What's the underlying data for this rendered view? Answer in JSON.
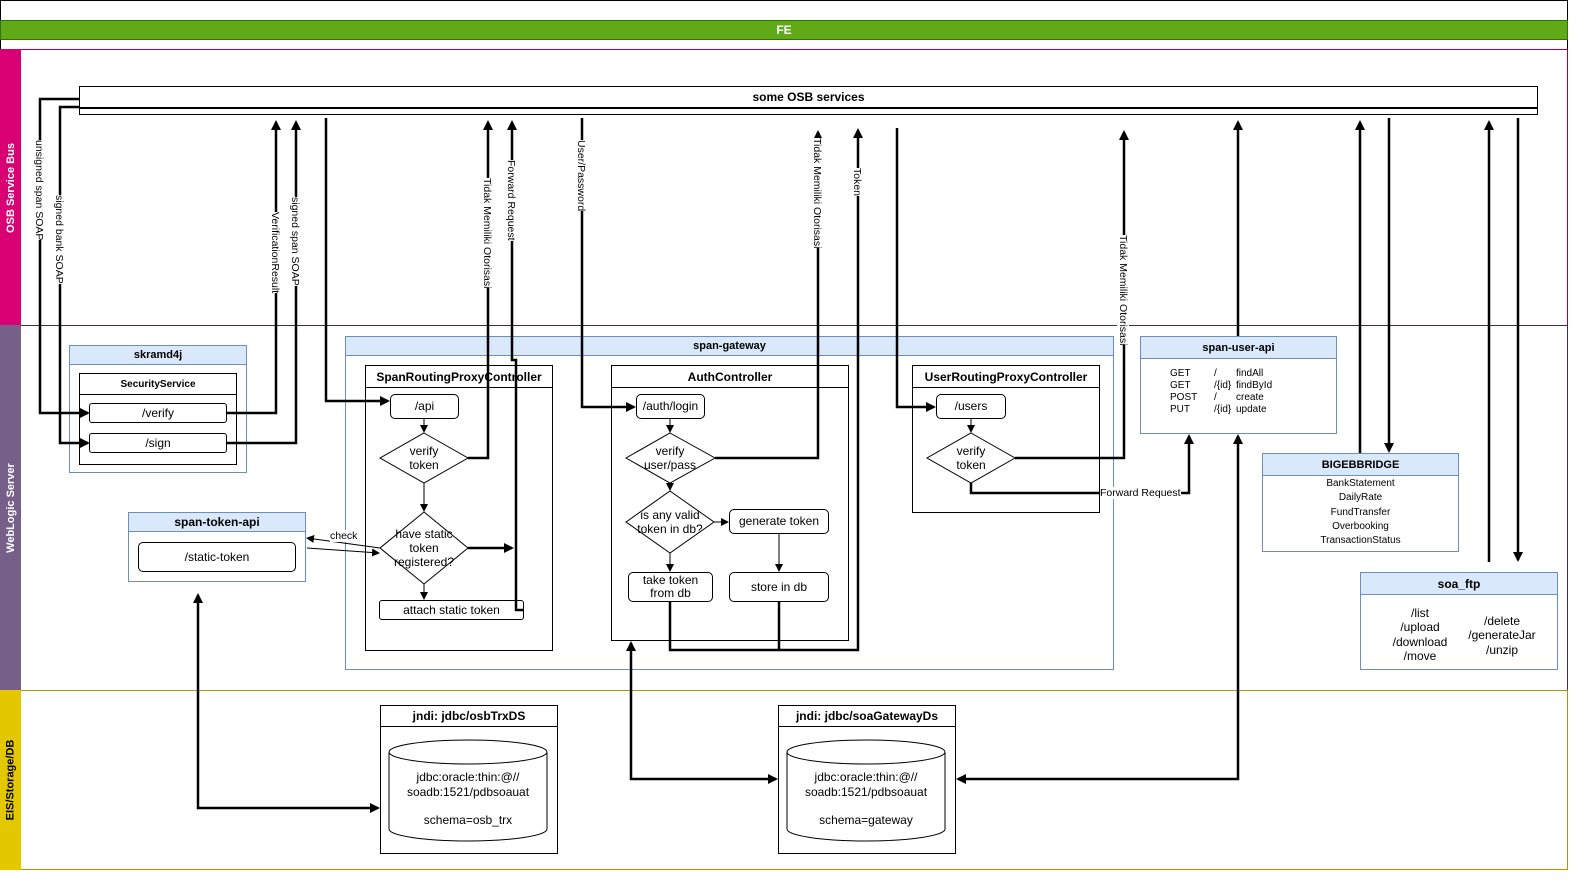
{
  "lanes": {
    "fe": "FE",
    "osb": "OSB Service Bus",
    "weblogic": "WebLogic Server",
    "eis": "EIS/Storage/DB"
  },
  "colors": {
    "fe_green": "#60a917",
    "osb_magenta": "#e6007e",
    "weblogic_purple": "#76608a",
    "eis_yellow": "#e3c800",
    "blue_fill": "#dae8fc",
    "blue_stroke": "#6c8ebf"
  },
  "osb_services": "some OSB services",
  "skramd4j": {
    "title": "skramd4j",
    "security_service": "SecurityService",
    "verify": "/verify",
    "sign": "/sign"
  },
  "span_token_api": {
    "title": "span-token-api",
    "static_token": "/static-token"
  },
  "span_gateway": {
    "title": "span-gateway",
    "span_routing": {
      "title": "SpanRoutingProxyController",
      "api": "/api",
      "verify_token": "verify token",
      "have_static": "have static token registered?",
      "attach_static": "attach static token"
    },
    "auth": {
      "title": "AuthController",
      "login": "/auth/login",
      "verify_userpass": "verify user/pass",
      "any_valid": "is any valid token in db?",
      "generate": "generate token",
      "take_token": "take token from db",
      "store": "store in db"
    },
    "user_routing": {
      "title": "UserRoutingProxyController",
      "users": "/users",
      "verify_token": "verify token"
    }
  },
  "span_user_api": {
    "title": "span-user-api",
    "rows": [
      {
        "method": "GET",
        "path": "/",
        "op": "findAll"
      },
      {
        "method": "GET",
        "path": "/{id}",
        "op": "findById"
      },
      {
        "method": "POST",
        "path": "/",
        "op": "create"
      },
      {
        "method": "PUT",
        "path": "/{id}",
        "op": "update"
      }
    ]
  },
  "bigebbridge": {
    "title": "BIGEBBRIDGE",
    "items": [
      "BankStatement",
      "DailyRate",
      "FundTransfer",
      "Overbooking",
      "TransactionStatus"
    ]
  },
  "soa_ftp": {
    "title": "soa_ftp",
    "left": [
      "/list",
      "/upload",
      "/download",
      "/move"
    ],
    "right": [
      "/delete",
      "/generateJar",
      "/unzip"
    ]
  },
  "db1": {
    "title": "jndi: jdbc/osbTrxDS",
    "line1": "jdbc:oracle:thin:@//",
    "line2": "soadb:1521/pdbsoauat",
    "schema": "schema=osb_trx"
  },
  "db2": {
    "title": "jndi: jdbc/soaGatewayDs",
    "line1": "jdbc:oracle:thin:@//",
    "line2": "soadb:1521/pdbsoauat",
    "schema": "schema=gateway"
  },
  "edge_labels": {
    "unsigned_span": "unsigned span SOAP",
    "signed_bank": "signed bank SOAP",
    "verification_result": "VerificationResult",
    "signed_span": "signed span SOAP",
    "tidak_1": "Tidak Memiliki Otorisasi",
    "forward_request_v": "Forward Request",
    "user_password": "User/Password",
    "tidak_2": "Tidak Memiliki Otorisasi",
    "token": "Token",
    "tidak_3": "Tidak Memiliki Otorisasi",
    "check": "check",
    "forward_request_h": "Forward Request"
  }
}
